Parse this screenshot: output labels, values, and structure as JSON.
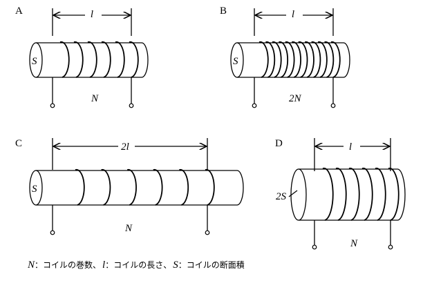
{
  "coils": [
    {
      "id": "A",
      "label": "A",
      "length_label": "l",
      "area_label": "S",
      "turns_label": "N",
      "turns": 6
    },
    {
      "id": "B",
      "label": "B",
      "length_label": "l",
      "area_label": "S",
      "turns_label": "2N",
      "turns": 12
    },
    {
      "id": "C",
      "label": "C",
      "length_label": "2l",
      "area_label": "S",
      "turns_label": "N",
      "turns": 6
    },
    {
      "id": "D",
      "label": "D",
      "length_label": "l",
      "area_label": "2S",
      "turns_label": "N",
      "turns": 6
    }
  ],
  "legend": {
    "n_sym": "N",
    "n_text": "：コイルの巻数、",
    "l_sym": "l",
    "l_text": "：コイルの長さ、",
    "s_sym": "S",
    "s_text": "：コイルの断面積"
  }
}
